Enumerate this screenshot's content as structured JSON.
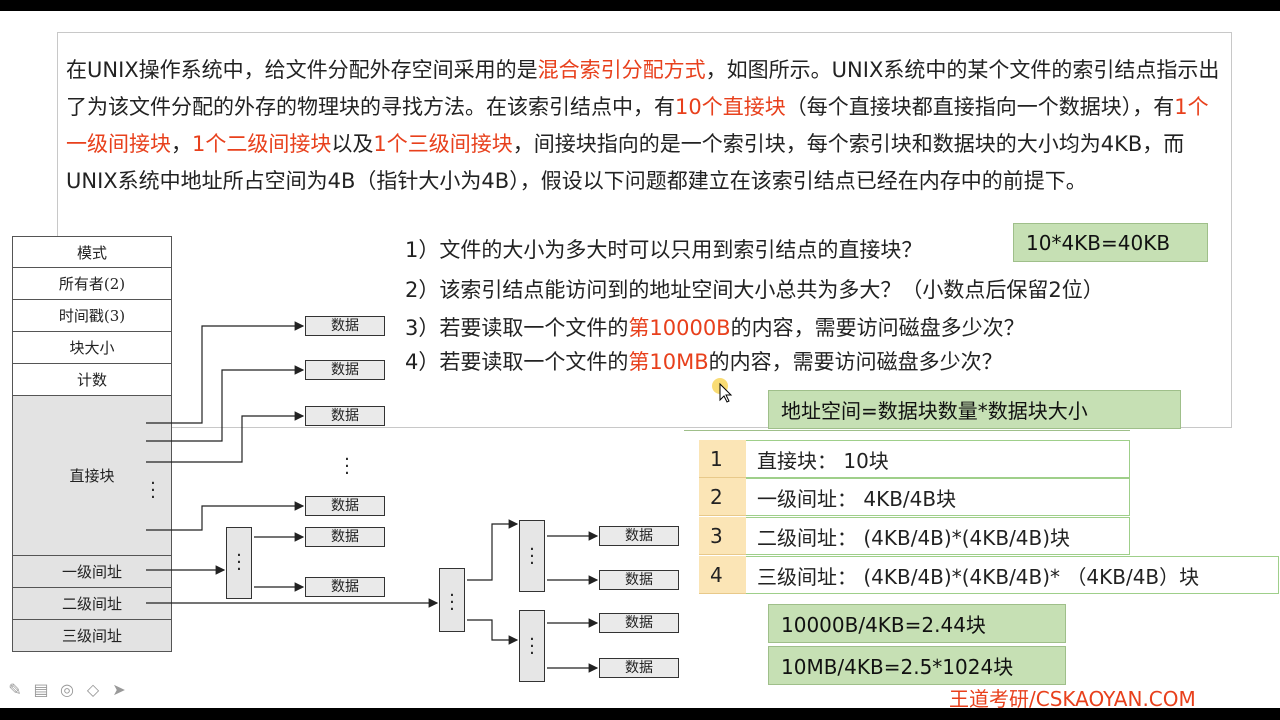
{
  "paragraph": {
    "s1": "在UNIX操作系统中，给文件分配外存空间采用的是",
    "h1": "混合索引分配方式",
    "s2": "，如图所示。UNIX系统中的某个文件的索引结点指示出了为该文件分配的外存的物理块的寻找方法。在该索引结点中，有",
    "h2": "10个直接块",
    "s3": "（每个直接块都直接指向一个数据块），有",
    "h3": "1个一级间接块",
    "s4": "，",
    "h4": "1个二级间接块",
    "s5": "以及",
    "h5": "1个三级间接块",
    "s6": "，间接块指向的是一个索引块，每个索引块和数据块的大小均为4KB，而UNIX系统中地址所占空间为4B（指针大小为4B），假设以下问题都建立在该索引结点已经在内存中的前提下。"
  },
  "questions": {
    "q1": "1）文件的大小为多大时可以只用到索引结点的直接块？",
    "q2": "2）该索引结点能访问到的地址空间大小总共为多大？（小数点后保留2位）",
    "q3_pre": "3）若要读取一个文件的",
    "q3_hl": "第10000B",
    "q3_post": "的内容，需要访问磁盘多少次？",
    "q4_pre": "4）若要读取一个文件的",
    "q4_hl": "第10MB",
    "q4_post": "的内容，需要访问磁盘多少次？"
  },
  "answers": {
    "a1": "10*4KB=40KB",
    "formula": "地址空间=数据块数量*数据块大小",
    "calc1": "10000B/4KB=2.44块",
    "calc2": "10MB/4KB=2.5*1024块"
  },
  "inode": {
    "mode": "模式",
    "owner": "所有者(2)",
    "timestamp": "时间戳(3)",
    "blocksize": "块大小",
    "count": "计数",
    "direct": "直接块",
    "single": "一级间址",
    "double": "二级间址",
    "triple": "三级间址"
  },
  "data_label": "数据",
  "table": [
    {
      "num": "1",
      "text": "直接块： 10块"
    },
    {
      "num": "2",
      "text": "一级间址： 4KB/4B块"
    },
    {
      "num": "3",
      "text": "二级间址： (4KB/4B)*(4KB/4B)块"
    },
    {
      "num": "4",
      "text": "三级间址： (4KB/4B)*(4KB/4B)* （4KB/4B）块"
    }
  ],
  "watermark": "王道考研/CSKAOYAN.COM",
  "colors": {
    "highlight": "#e8401c",
    "answer_bg": "#c6e0b4",
    "number_bg": "#fbe5b6"
  }
}
